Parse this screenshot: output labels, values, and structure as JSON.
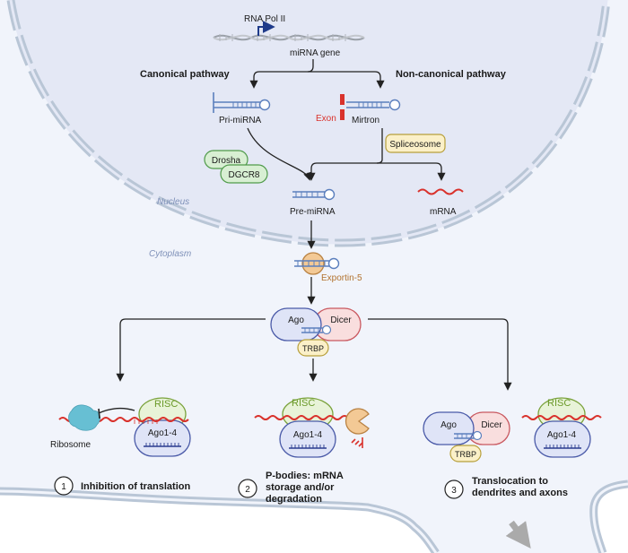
{
  "labels": {
    "rna_pol": "RNA Pol II",
    "mirna_gene": "miRNA gene",
    "canonical": "Canonical pathway",
    "noncanonical": "Non-canonical pathway",
    "pri_mirna": "Pri-miRNA",
    "mirtron": "Mirtron",
    "exon": "Exon",
    "drosha": "Drosha",
    "dgcr8": "DGCR8",
    "spliceosome": "Spliceosome",
    "nucleus": "Nucleus",
    "pre_mirna": "Pre-miRNA",
    "mrna": "mRNA",
    "cytoplasm": "Cytoplasm",
    "exportin": "Exportin-5",
    "ago": "Ago",
    "dicer": "Dicer",
    "trbp": "TRBP",
    "risc": "RISC",
    "ago14": "Ago1-4",
    "ribosome": "Ribosome"
  },
  "outcomes": [
    {
      "num": "1",
      "lines": [
        "Inhibition of translation"
      ]
    },
    {
      "num": "2",
      "lines": [
        "P-bodies: mRNA",
        "storage and/or",
        "degradation"
      ]
    },
    {
      "num": "3",
      "lines": [
        "Translocation to",
        "dendrites and axons"
      ]
    }
  ],
  "colors": {
    "cell": "#f1f4fb",
    "nucleus": "#e4e8f5",
    "membrane": "#b9c6d6",
    "rna_red": "#d9322c",
    "ago_fill": "#dfe4f7",
    "ago_stroke": "#4a5aa8",
    "dicer_fill": "#f9dede",
    "dicer_stroke": "#c9585f",
    "risc_fill": "#e8f3d8",
    "risc_stroke": "#7aa23b",
    "risc_text": "#6b9a2a",
    "drosha_fill": "#d8efd3",
    "drosha_stroke": "#4f9a4a",
    "exportin_fill": "#f3c995",
    "exportin_stroke": "#b98243",
    "exportin_text": "#b2722e",
    "trbp_fill": "#fbf0c8",
    "trbp_stroke": "#b79f3b",
    "ribosome": "#67bfd3",
    "label_blue": "#7e90b8"
  }
}
